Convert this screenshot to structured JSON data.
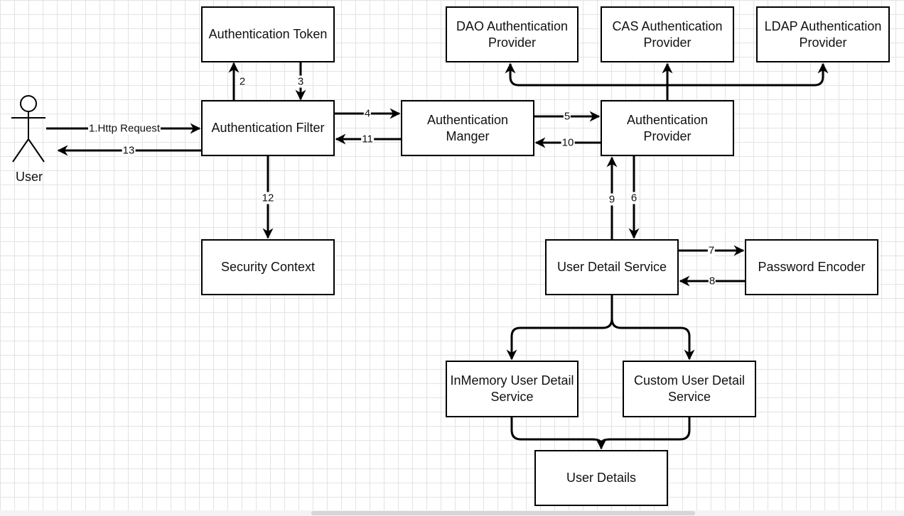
{
  "nodes": {
    "auth_token": "Authentication Token",
    "dao_provider": "DAO Authentication\nProvider",
    "cas_provider": "CAS Authentication\nProvider",
    "ldap_provider": "LDAP Authentication\nProvider",
    "auth_filter": "Authentication Filter",
    "auth_manager": "Authentication\nManger",
    "auth_provider": "Authentication\nProvider",
    "security_context": "Security Context",
    "user_detail_service": "User Detail Service",
    "password_encoder": "Password Encoder",
    "inmemory_uds": "InMemory User Detail\nService",
    "custom_uds": "Custom User Detail\nService",
    "user_details": "User Details"
  },
  "actor": {
    "label": "User"
  },
  "edges": {
    "e1": "1.Http Request",
    "e2": "2",
    "e3": "3",
    "e4": "4",
    "e5": "5",
    "e6": "6",
    "e7": "7",
    "e8": "8",
    "e9": "9",
    "e10": "10",
    "e11": "11",
    "e12": "12",
    "e13": "13"
  }
}
